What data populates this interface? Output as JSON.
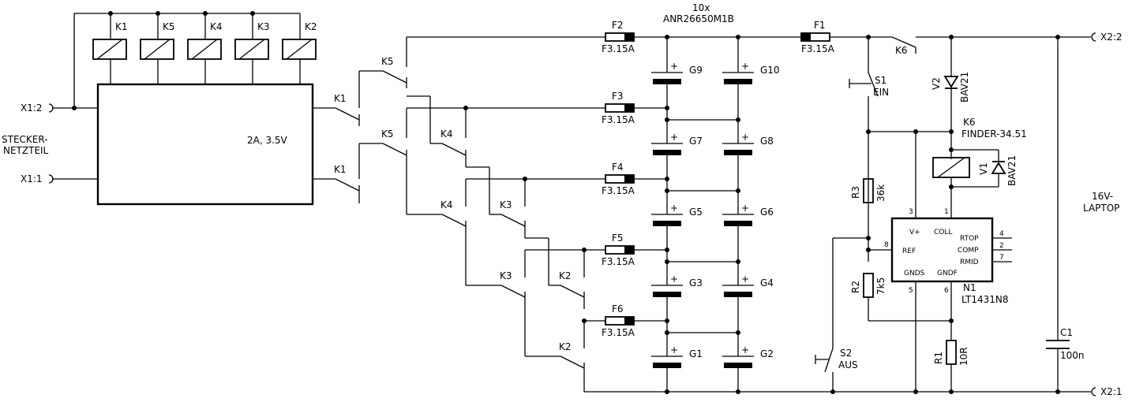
{
  "terminals": {
    "x1_2": "X1:2",
    "x1_1": "X1:1",
    "x2_2": "X2:2",
    "x2_1": "X2:1"
  },
  "supply": {
    "name": "STECKER-",
    "name2": "NETZTEIL",
    "rating": "2A, 3.5V"
  },
  "relay_coils": [
    "K1",
    "K5",
    "K4",
    "K3",
    "K2"
  ],
  "contact_labels": {
    "k5a": "K5",
    "k1a": "K1",
    "k5b": "K5",
    "k1b": "K1",
    "k4a": "K4",
    "k4b": "K4",
    "k3a": "K3",
    "k3b": "K3",
    "k2a": "K2",
    "k2b": "K2",
    "k6": "K6"
  },
  "battery_pack": {
    "count": "10x",
    "part": "ANR26650M1B"
  },
  "cells": {
    "g9": "G9",
    "g10": "G10",
    "g7": "G7",
    "g8": "G8",
    "g5": "G5",
    "g6": "G6",
    "g3": "G3",
    "g4": "G4",
    "g1": "G1",
    "g2": "G2",
    "plus": "+"
  },
  "fuses": {
    "f1": {
      "name": "F1",
      "value": "F3.15A"
    },
    "f2": {
      "name": "F2",
      "value": "F3.15A"
    },
    "f3": {
      "name": "F3",
      "value": "F3.15A"
    },
    "f4": {
      "name": "F4",
      "value": "F3.15A"
    },
    "f5": {
      "name": "F5",
      "value": "F3.15A"
    },
    "f6": {
      "name": "F6",
      "value": "F3.15A"
    }
  },
  "switches": {
    "s1": {
      "name": "S1",
      "label": "EIN"
    },
    "s2": {
      "name": "S2",
      "label": "AUS"
    }
  },
  "diodes": {
    "v2": {
      "name": "V2",
      "part": "BAV21"
    },
    "v1": {
      "name": "V1",
      "part": "BAV21"
    }
  },
  "relay_k6": {
    "name": "K6",
    "part": "FINDER-34.51"
  },
  "resistors": {
    "r3": {
      "name": "R3",
      "value": "36k"
    },
    "r2": {
      "name": "R2",
      "value": "7k5"
    },
    "r1": {
      "name": "R1",
      "value": "10R"
    }
  },
  "capacitor": {
    "name": "C1",
    "value": "100n"
  },
  "load": {
    "line1": "16V-",
    "line2": "LAPTOP"
  },
  "ic": {
    "name": "N1",
    "part": "LT1431N8",
    "pins": {
      "vplus": "V+",
      "coll": "COLL",
      "ref": "REF",
      "rtop": "RTOP",
      "comp": "COMP",
      "rmid": "RMID",
      "gnds": "GNDS",
      "gndf": "GNDF"
    },
    "pin_numbers": {
      "p3": "3",
      "p1": "1",
      "p8": "8",
      "p4": "4",
      "p2": "2",
      "p7": "7",
      "p5": "5",
      "p6": "6"
    }
  }
}
